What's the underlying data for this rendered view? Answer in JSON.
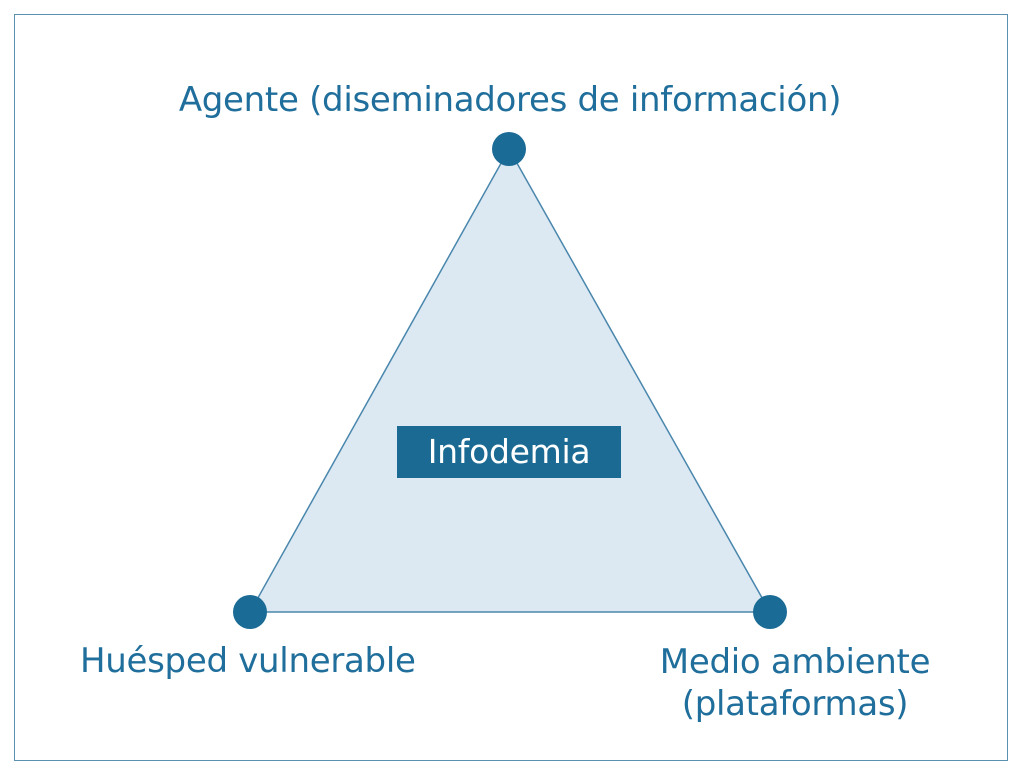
{
  "colors": {
    "accent": "#1b6a93",
    "label_text": "#1f6e9b",
    "triangle_fill": "#dce8f2",
    "triangle_stroke": "#4a87ad",
    "frame_border": "#5b91b0",
    "node_fill": "#1a6b95"
  },
  "diagram": {
    "center_label": "Infodemia",
    "vertices": {
      "top": {
        "label": "Agente (diseminadores de información)"
      },
      "bottom_left": {
        "label": "Huésped vulnerable"
      },
      "bottom_right": {
        "line1": "Medio ambiente",
        "line2": "(plataformas)"
      }
    }
  }
}
